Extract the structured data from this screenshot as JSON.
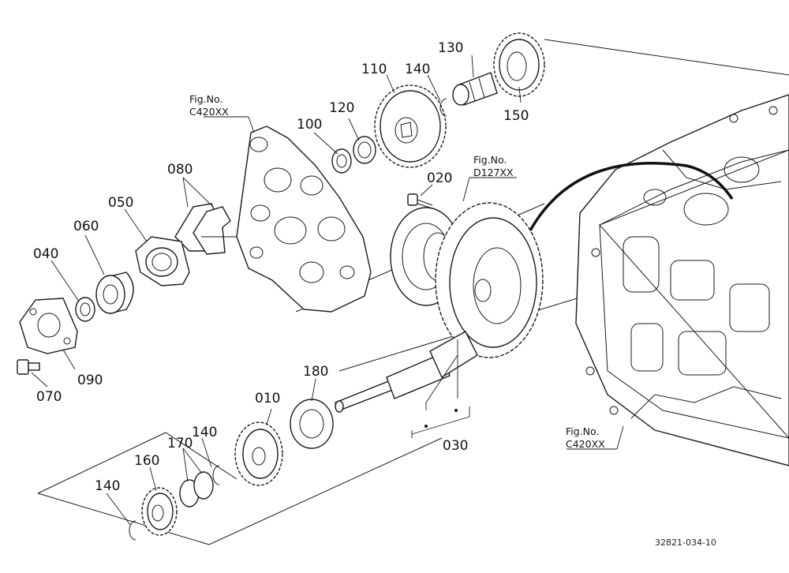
{
  "diagram": {
    "part_labels": [
      "010",
      "020",
      "030",
      "040",
      "050",
      "060",
      "070",
      "080",
      "090",
      "100",
      "110",
      "120",
      "130",
      "140",
      "150",
      "160",
      "170",
      "180"
    ],
    "figure_refs": [
      {
        "prefix": "Fig.No.",
        "code": "C420XX"
      },
      {
        "prefix": "Fig.No.",
        "code": "D127XX"
      },
      {
        "prefix": "Fig.No.",
        "code": "C420XX"
      }
    ],
    "drawing_number": "32821-034-10",
    "colors": {
      "line": "#1a1a1a",
      "background": "#ffffff"
    }
  }
}
